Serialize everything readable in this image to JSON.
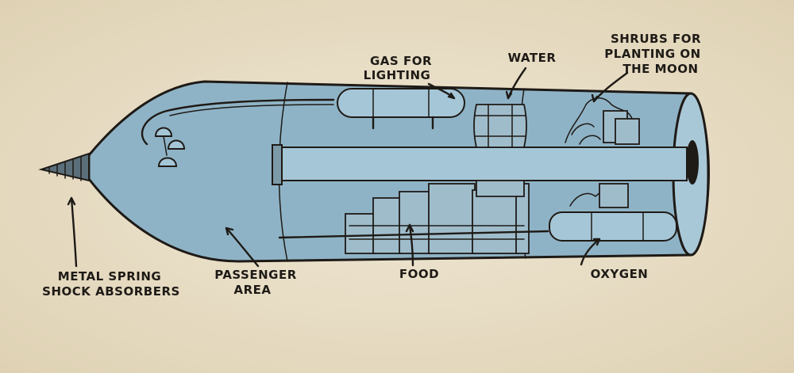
{
  "labels": {
    "gas_line1": "GAS FOR",
    "gas_line2": "LIGHTING",
    "water": "WATER",
    "shrubs_line1": "SHRUBS FOR",
    "shrubs_line2": "PLANTING ON",
    "shrubs_line3": "THE MOON",
    "springs_line1": "METAL SPRING",
    "springs_line2": "SHOCK ABSORBERS",
    "passenger_line1": "PASSENGER",
    "passenger_line2": "AREA",
    "food": "FOOD",
    "oxygen": "OXYGEN"
  },
  "colors": {
    "paper": "#ece3cf",
    "hull_blue": "#8fb3c6",
    "ink": "#1e1a16"
  }
}
